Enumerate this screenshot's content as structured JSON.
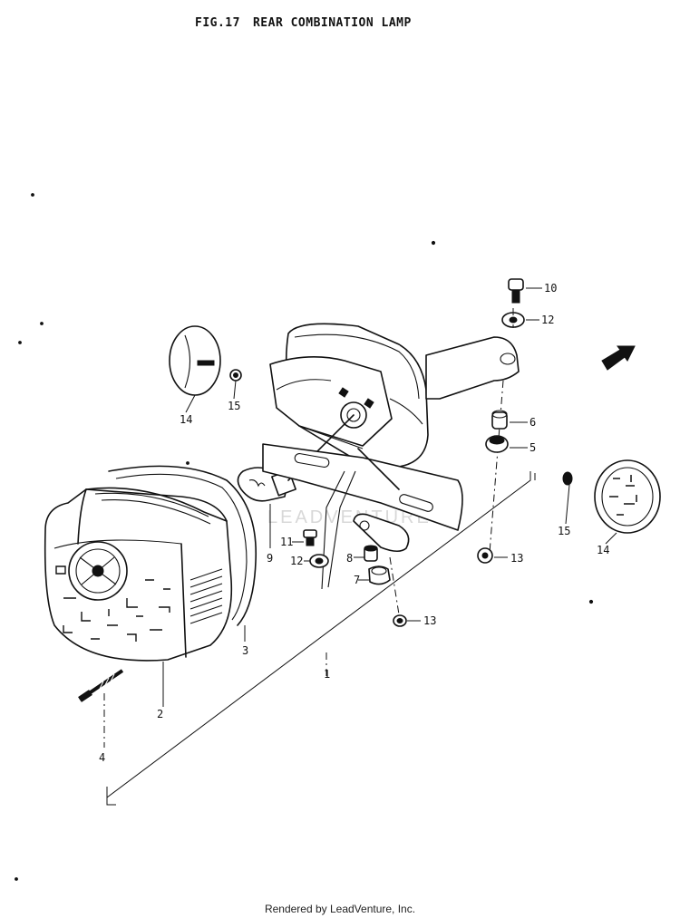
{
  "figure": {
    "code": "FIG.17",
    "title": "REAR COMBINATION LAMP"
  },
  "footer": "Rendered by LeadVenture, Inc.",
  "watermark": "LEADVENTURE",
  "callouts": {
    "c10": "10",
    "c12a": "12",
    "c14a": "14",
    "c15a": "15",
    "c6": "6",
    "c5": "5",
    "c9": "9",
    "c11": "11",
    "c12b": "12",
    "c8": "8",
    "c7": "7",
    "c13a": "13",
    "c15b": "15",
    "c14b": "14",
    "c3": "3",
    "c13b": "13",
    "c1": "1",
    "c2": "2",
    "c4": "4"
  },
  "icons": {
    "direction": "arrow-icon"
  }
}
